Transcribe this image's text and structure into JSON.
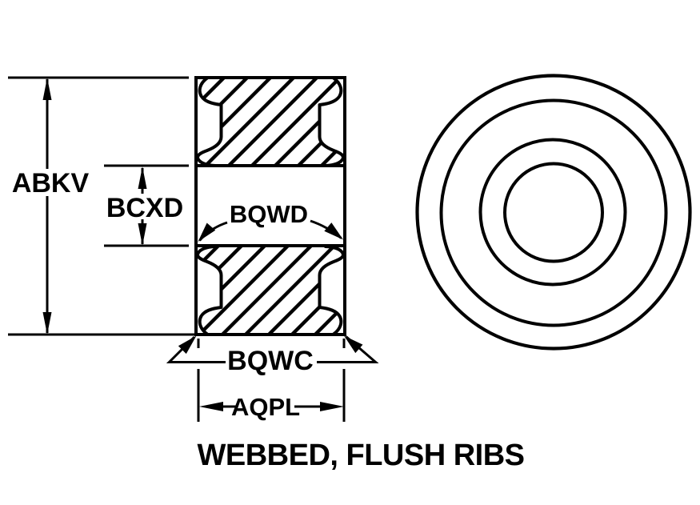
{
  "drawing": {
    "title": "WEBBED, FLUSH RIBS",
    "ink_color": "#000000",
    "background_color": "#ffffff",
    "dimension_labels": {
      "abkv": "ABKV",
      "bcxd": "BCXD",
      "bqwd": "BQWD",
      "bqwc": "BQWC",
      "aqpl": "AQPL"
    },
    "front_view": {
      "concentric_circles": 4
    }
  }
}
